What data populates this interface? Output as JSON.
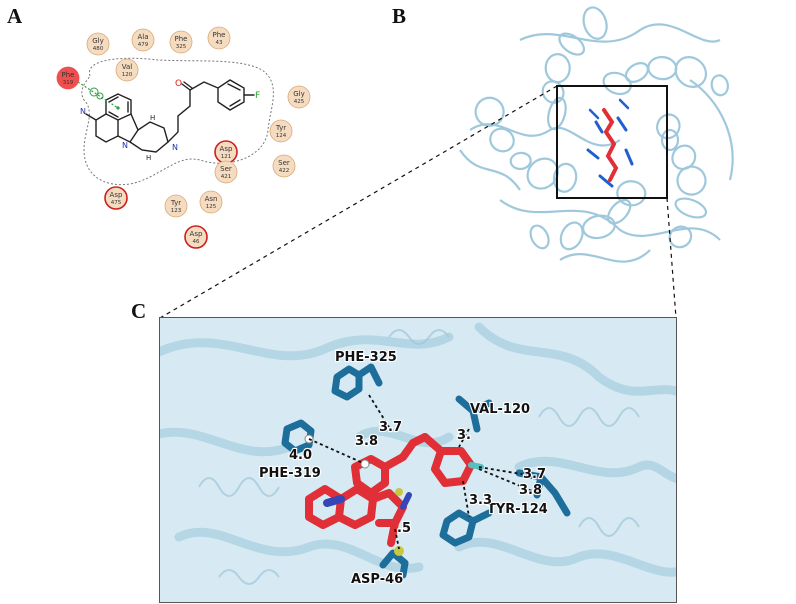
{
  "panels": {
    "a": "A",
    "b": "B",
    "c": "C"
  },
  "panel_a": {
    "residues": [
      {
        "name": "Phe",
        "num": "319",
        "style": "highlight"
      },
      {
        "name": "Gly",
        "num": "480",
        "style": "normal"
      },
      {
        "name": "Ala",
        "num": "479",
        "style": "normal"
      },
      {
        "name": "Phe",
        "num": "325",
        "style": "normal"
      },
      {
        "name": "Phe",
        "num": "43",
        "style": "normal"
      },
      {
        "name": "Val",
        "num": "120",
        "style": "normal"
      },
      {
        "name": "Gly",
        "num": "425",
        "style": "normal"
      },
      {
        "name": "Tyr",
        "num": "124",
        "style": "normal"
      },
      {
        "name": "Asp",
        "num": "121",
        "style": "charged"
      },
      {
        "name": "Ser",
        "num": "421",
        "style": "normal"
      },
      {
        "name": "Ser",
        "num": "422",
        "style": "normal"
      },
      {
        "name": "Asp",
        "num": "475",
        "style": "charged"
      },
      {
        "name": "Tyr",
        "num": "123",
        "style": "normal"
      },
      {
        "name": "Asn",
        "num": "125",
        "style": "normal"
      },
      {
        "name": "Asp",
        "num": "46",
        "style": "charged"
      }
    ],
    "atoms": {
      "oxygen": "O",
      "fluorine": "F",
      "nitrogen": "N",
      "hydrogen": "H"
    },
    "colors": {
      "normal_fill": "#f5dcc0",
      "normal_stroke": "#d9a878",
      "highlight_fill": "#ee4f4f",
      "charged_stroke": "#cc1f1f",
      "pi_contact": "#2ea043"
    }
  },
  "panel_c": {
    "residue_labels": [
      {
        "id": "phe325",
        "text": "PHE-325"
      },
      {
        "id": "val120",
        "text": "VAL-120"
      },
      {
        "id": "phe319",
        "text": "PHE-319"
      },
      {
        "id": "tyr124",
        "text": "TYR-124"
      },
      {
        "id": "asp46",
        "text": "ASP-46"
      }
    ],
    "distances": [
      {
        "id": "d1",
        "text": "3.7"
      },
      {
        "id": "d2",
        "text": "4.0"
      },
      {
        "id": "d3",
        "text": "3.8"
      },
      {
        "id": "d4",
        "text": "3."
      },
      {
        "id": "d5",
        "text": "3.7"
      },
      {
        "id": "d6",
        "text": "3.8"
      },
      {
        "id": "d7",
        "text": "3.3"
      },
      {
        "id": "d8",
        "text": ".5"
      }
    ],
    "colors": {
      "ligand": "#e02f36",
      "residue": "#1e6e9c",
      "backdrop": "#d7eaf3",
      "ribbon": "#9fc6d8"
    }
  }
}
